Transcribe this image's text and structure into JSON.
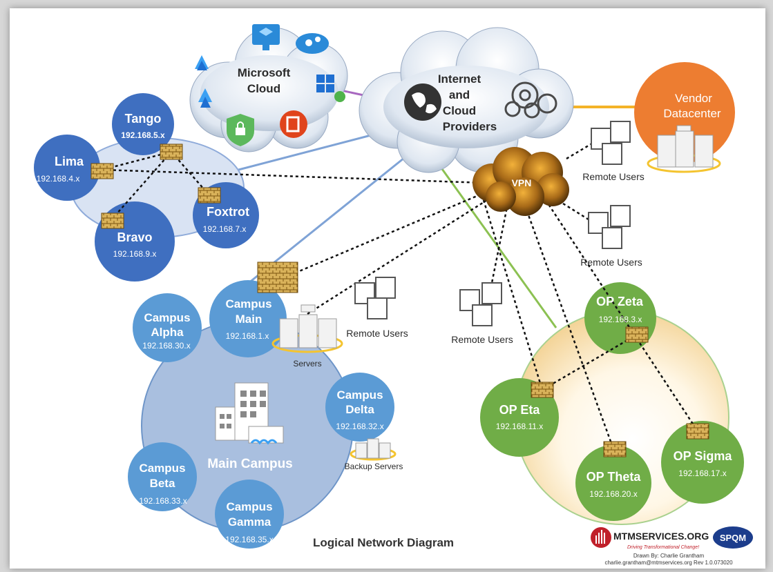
{
  "title": "Logical Network Diagram",
  "clouds": {
    "microsoft": {
      "line1": "Microsoft",
      "line2": "Cloud"
    },
    "internet": {
      "line1": "Internet",
      "line2": "and",
      "line3": "Cloud",
      "line4": "Providers"
    },
    "vpn": "VPN"
  },
  "vendor": {
    "line1": "Vendor",
    "line2": "Datacenter"
  },
  "sites": {
    "tango": {
      "name": "Tango",
      "ip": "192.168.5.x"
    },
    "lima": {
      "name": "Lima",
      "ip": "192.168.4.x"
    },
    "foxtrot": {
      "name": "Foxtrot",
      "ip": "192.168.7.x"
    },
    "bravo": {
      "name": "Bravo",
      "ip": "192.168.9.x"
    },
    "campus_main": {
      "line1": "Campus",
      "line2": "Main",
      "ip": "192.168.1.x"
    },
    "campus_alpha": {
      "line1": "Campus",
      "line2": "Alpha",
      "ip": "192.168.30.x"
    },
    "campus_delta": {
      "line1": "Campus",
      "line2": "Delta",
      "ip": "192.168.32.x"
    },
    "campus_beta": {
      "line1": "Campus",
      "line2": "Beta",
      "ip": "192.168.33.x"
    },
    "campus_gamma": {
      "line1": "Campus",
      "line2": "Gamma",
      "ip": "192.168.35.x"
    },
    "main_campus": "Main Campus",
    "op_zeta": {
      "name": "OP Zeta",
      "ip": "192.168.3.x"
    },
    "op_eta": {
      "name": "OP Eta",
      "ip": "192.168.11.x"
    },
    "op_theta": {
      "name": "OP Theta",
      "ip": "192.168.20.x"
    },
    "op_sigma": {
      "name": "OP Sigma",
      "ip": "192.168.17.x"
    }
  },
  "labels": {
    "servers": "Servers",
    "backup_servers": "Backup Servers",
    "remote_users_1": "Remote Users",
    "remote_users_2": "Remote Users",
    "remote_users_3": "Remote Users",
    "remote_users_4": "Remote Users"
  },
  "footer": {
    "logo_mtm": "MTMSERVICES.ORG",
    "logo_mtm_tagline": "Driving Transformational Change!",
    "logo_spqm": "SPQM",
    "drawn_by": "Drawn By: Charlie Grantham",
    "contact": "charlie.grantham@mtmservices.org    Rev 1.0.073020"
  },
  "colors": {
    "blue_dark": "#3f6fc0",
    "blue_light": "#5b9bd5",
    "campus_bg": "#a9bfdf",
    "green": "#70ad47",
    "orange": "#ed7d31",
    "vpn": "#8a5a16",
    "firewall": "#c9a24a"
  }
}
